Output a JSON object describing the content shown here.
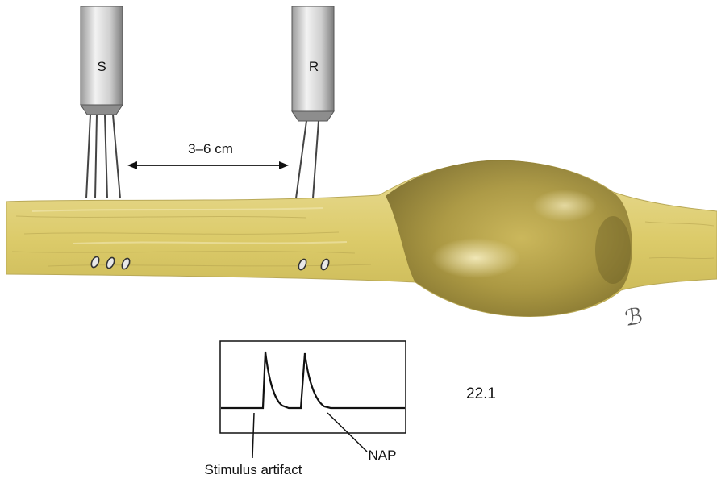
{
  "electrodes": {
    "stimulating": {
      "label": "S"
    },
    "recording": {
      "label": "R"
    }
  },
  "distance_label": "3–6 cm",
  "trace": {
    "stimulus_label": "Stimulus artifact",
    "nap_label": "NAP"
  },
  "figure_number": "22.1",
  "signature": "ℬ",
  "colors": {
    "nerve_fill": "#dccc6e",
    "nerve_light": "#ece0a3",
    "neuroma_dark": "#6f6428",
    "electrode_metal": "#d9d9d9",
    "line": "#111111"
  }
}
